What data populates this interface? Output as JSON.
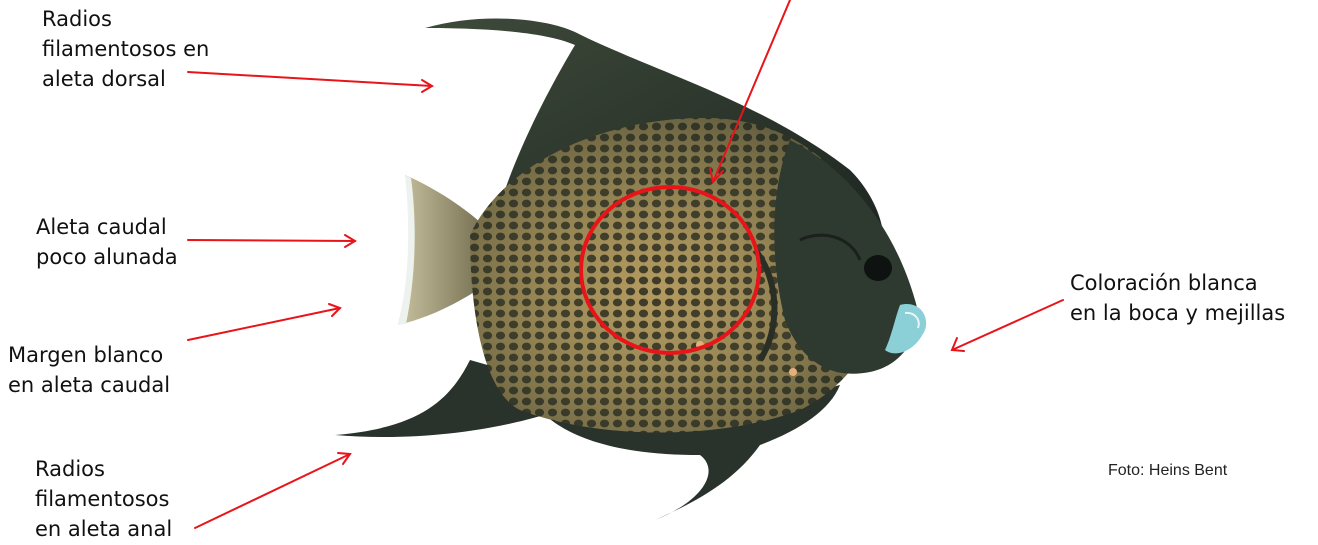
{
  "labels": {
    "dorsal": [
      "Radios",
      "filamentosos en",
      "aleta dorsal"
    ],
    "caudal": [
      "Aleta caudal",
      "poco alunada"
    ],
    "margen": [
      "Margen blanco",
      "en aleta caudal"
    ],
    "anal": [
      "Radios",
      "filamentosos",
      "en aleta anal"
    ],
    "boca": [
      "Coloración blanca",
      "en la boca y mejillas"
    ]
  },
  "credit": "Foto: Heins Bent",
  "colors": {
    "arrow": "#e8141a",
    "fish_body": "#4e5a3a",
    "fish_dark": "#2c3028",
    "scale_spots": "#a08a55",
    "mouth": "#8ad0d6"
  }
}
